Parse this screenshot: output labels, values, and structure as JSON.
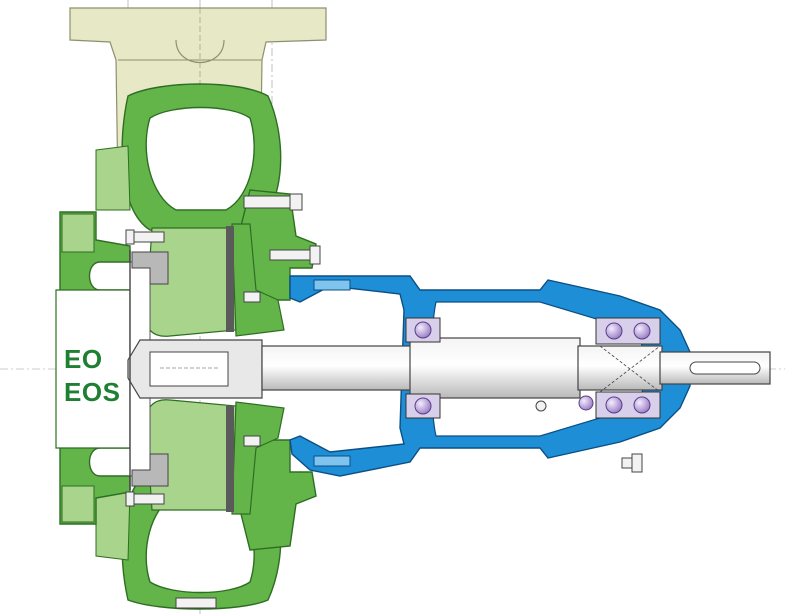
{
  "labels": {
    "primary": "EO",
    "secondary": "EOS"
  },
  "colors": {
    "casing_green": "#63b54a",
    "casing_dark_green": "#3f8a2c",
    "casing_light_green": "#a8d48c",
    "discharge_beige": "#e6e8c6",
    "bearing_blue": "#1e8fd6",
    "bearing_dark_blue": "#0b5c9a",
    "shaft_grey": "#d9d9d9",
    "bearing_purple": "#8a62b0",
    "label_green": "#1f7f32"
  },
  "parts": [
    "discharge-nozzle",
    "volute-casing",
    "impeller",
    "casing-cover",
    "bearing-bracket",
    "shaft",
    "ball-bearings",
    "shaft-key",
    "bolts"
  ]
}
